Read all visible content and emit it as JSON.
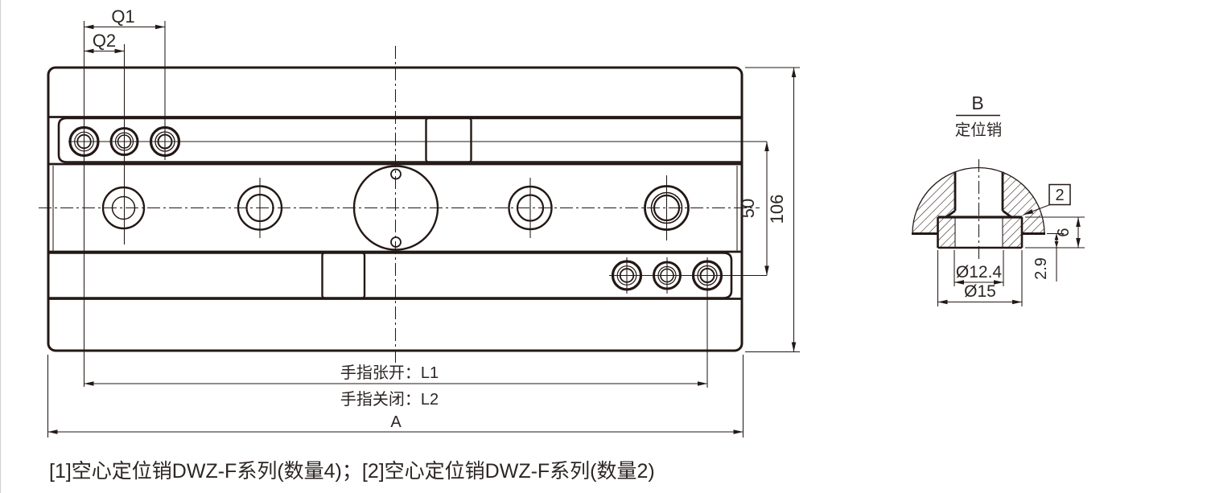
{
  "main_view": {
    "dims": {
      "q1": "Q1",
      "q2": "Q2",
      "height_between_pins": "50",
      "height_total": "106",
      "finger_open": "手指张开：L1",
      "finger_closed": "手指关闭：L2",
      "length_total": "A"
    }
  },
  "detail_view": {
    "label": "B",
    "sublabel": "定位销",
    "callout": "2",
    "dims": {
      "pin_length": "6",
      "protrusion": "2.9",
      "bore_dia": "Ø12.4",
      "pin_dia": "Ø15"
    }
  },
  "footnote": "[1]空心定位销DWZ-F系列(数量4)；[2]空心定位销DWZ-F系列(数量2)",
  "colors": {
    "line": "#231815",
    "text": "#2c2624",
    "page_border": "#cfcfcf",
    "background": "#ffffff"
  }
}
